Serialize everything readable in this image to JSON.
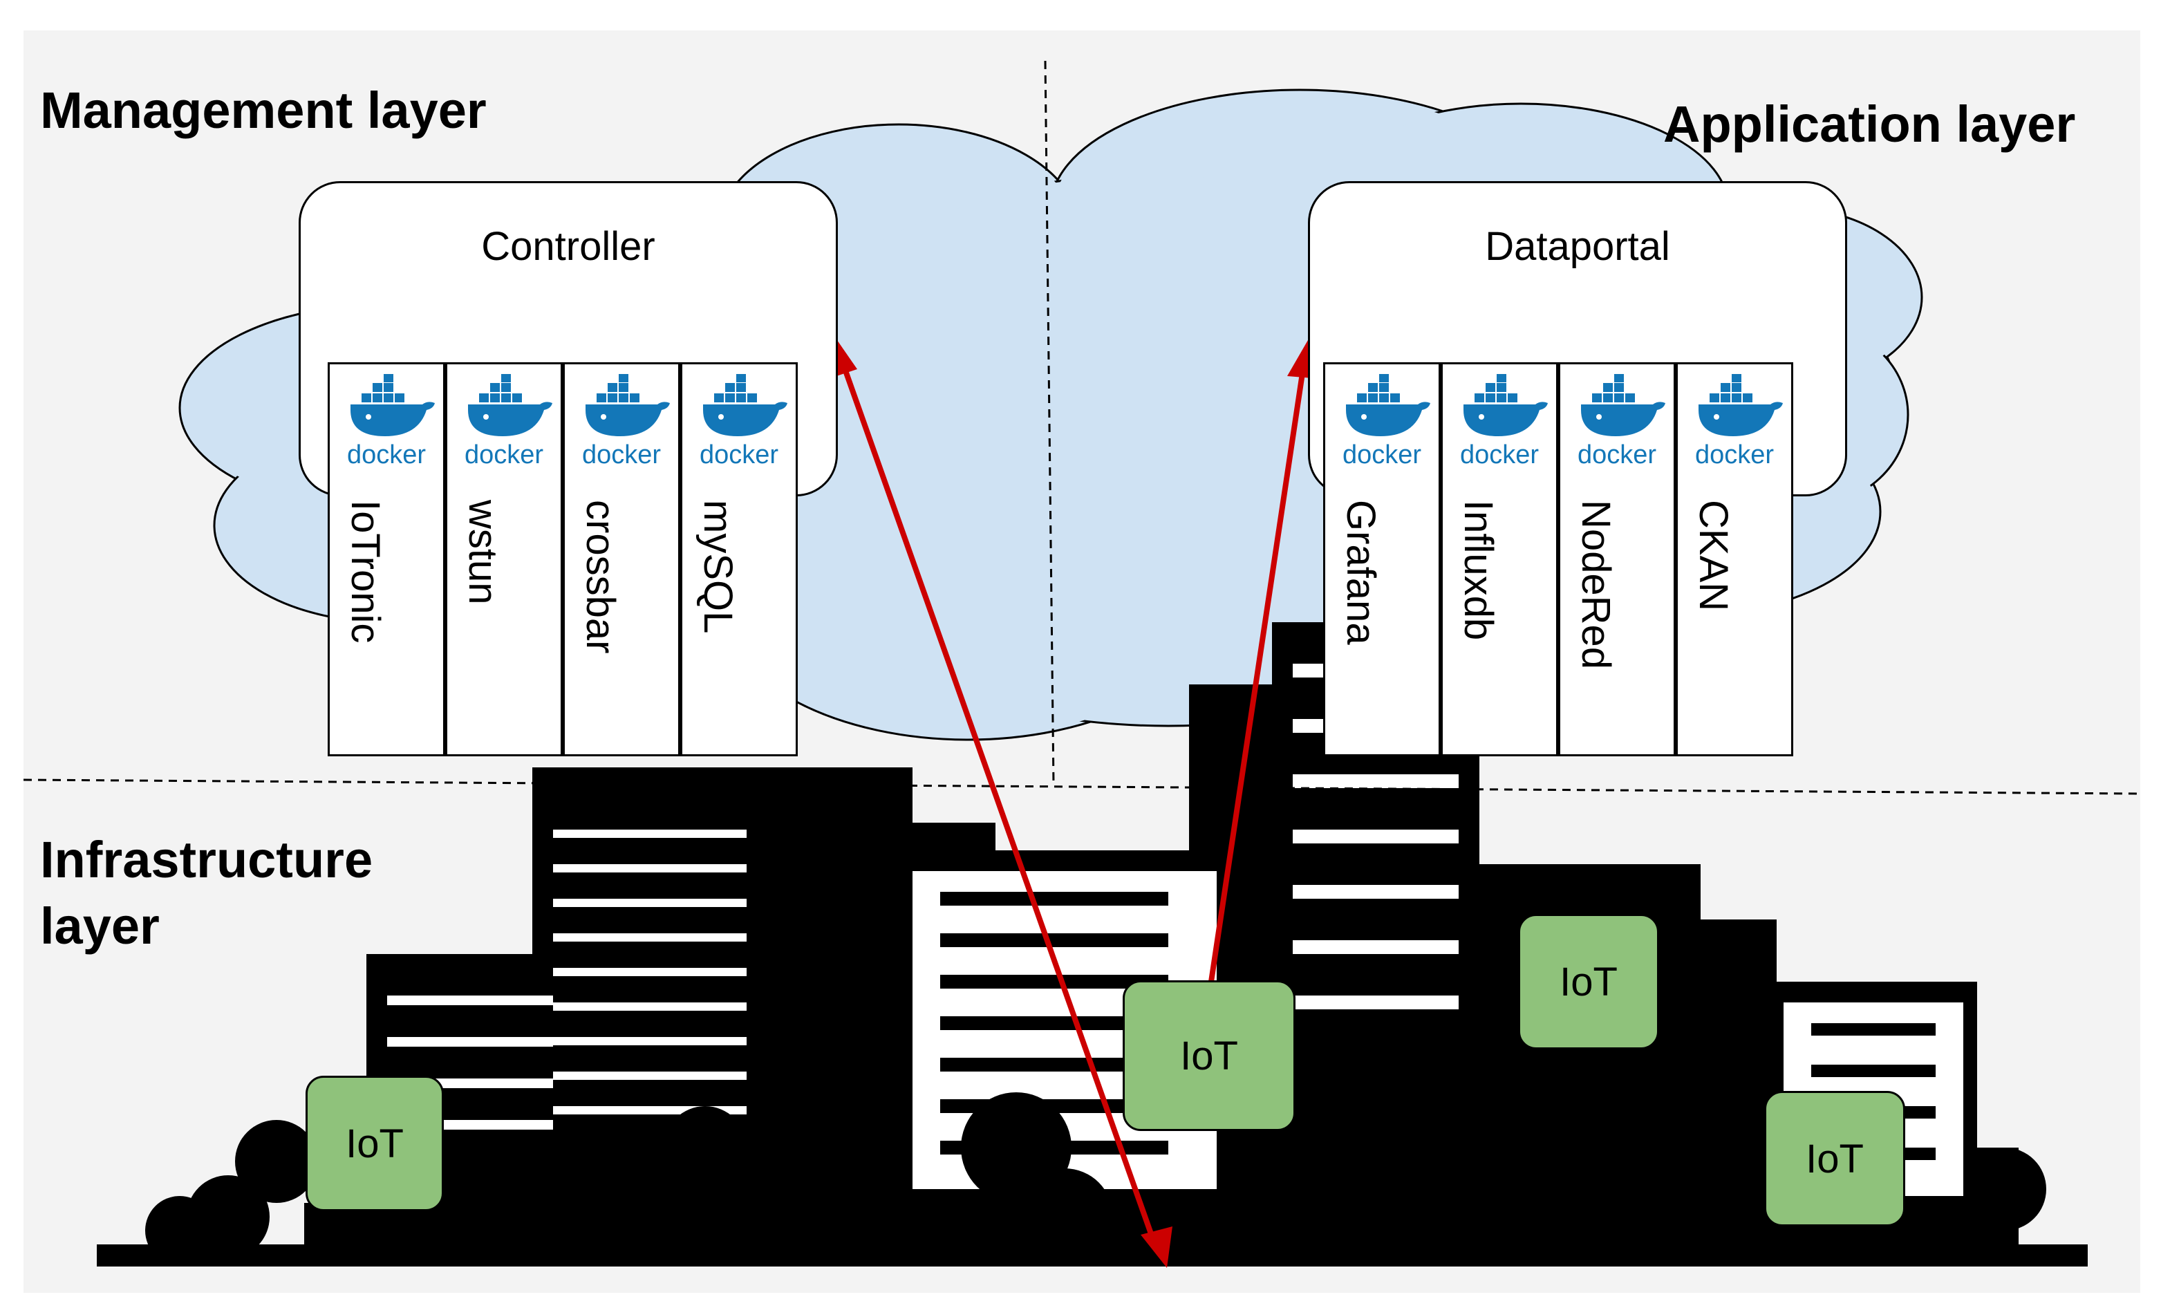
{
  "layers": {
    "management": "Management layer",
    "application": "Application layer",
    "infrastructure_line1": "Infrastructure",
    "infrastructure_line2": "layer"
  },
  "controller": {
    "title": "Controller",
    "services": [
      {
        "label": "IoTronic",
        "docker": "docker"
      },
      {
        "label": "wstun",
        "docker": "docker"
      },
      {
        "label": "crossbar",
        "docker": "docker"
      },
      {
        "label": "mySQL",
        "docker": "docker"
      }
    ]
  },
  "dataportal": {
    "title": "Dataportal",
    "services": [
      {
        "label": "Grafana",
        "docker": "docker"
      },
      {
        "label": "Influxdb",
        "docker": "docker"
      },
      {
        "label": "NodeRed",
        "docker": "docker"
      },
      {
        "label": "CKAN",
        "docker": "docker"
      }
    ]
  },
  "iot_devices": [
    "IoT",
    "IoT",
    "IoT",
    "IoT"
  ],
  "colors": {
    "background": "#f3f3f3",
    "cloud": "#cfe2f3",
    "iot_box": "#8fc27b",
    "arrow": "#cc0000",
    "docker": "#1377b8",
    "buildings": "#000000"
  }
}
